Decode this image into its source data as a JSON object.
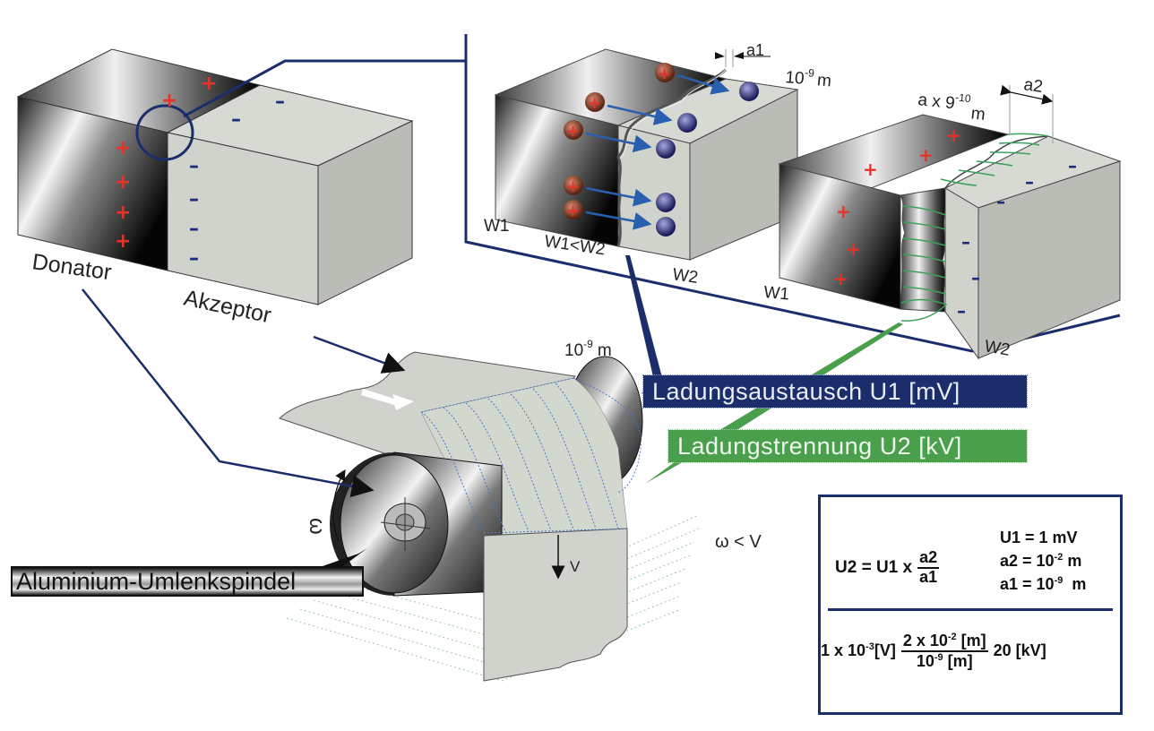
{
  "overview": {
    "donor_label": "Donator",
    "acceptor_label": "Akzeptor",
    "plus_sign": "+",
    "minus_sign": "–"
  },
  "detail_exchange": {
    "w1_label": "W1",
    "w1_lt_w2_label": "W1<W2",
    "w2_label": "W2",
    "gap_label": "a1",
    "gap_scale": "10",
    "gap_scale_exp": "-9",
    "gap_scale_unit": "m"
  },
  "detail_separation": {
    "w1_label": "W1",
    "w2_label": "W2",
    "gap_label": "a2",
    "gap_scale_prefix": "a x 9",
    "gap_scale_exp": "-10",
    "gap_scale_unit": "m"
  },
  "roller": {
    "scale_label": "10",
    "scale_exp": "-9",
    "scale_unit": "m",
    "omega_label": "ω",
    "velocity_label": "V",
    "relation_label": "ω < V",
    "spindle_label": "Aluminium-Umlenkspindel"
  },
  "callouts": {
    "u1_label": "Ladungsaustausch U1 [mV]",
    "u2_label": "Ladungstrennung U2 [kV]"
  },
  "formula": {
    "lhs": "U2 = U1 x",
    "frac_num": "a2",
    "frac_den": "a1",
    "u1_value": "U1 = 1 mV",
    "a2_value_base": "a2 = 10",
    "a2_value_exp": "-2",
    "a2_value_unit": " m",
    "a1_value_base": "a1 = 10",
    "a1_value_exp": "-9",
    "a1_value_unit": "  m",
    "calc_prefix_base": "1 x 10",
    "calc_prefix_exp": "-3",
    "calc_prefix_unit": "[V]",
    "calc_num_base": "2 x 10",
    "calc_num_exp": "-2",
    "calc_num_unit": " [m]",
    "calc_den_base": "10",
    "calc_den_exp": "-9",
    "calc_den_unit": " [m]",
    "calc_result": "20 [kV]"
  },
  "colors": {
    "navy": "#1b2e6b",
    "green": "#4a9f4d",
    "plus_red": "#e5332a",
    "acceptor_gray": "#cfd3cc"
  }
}
